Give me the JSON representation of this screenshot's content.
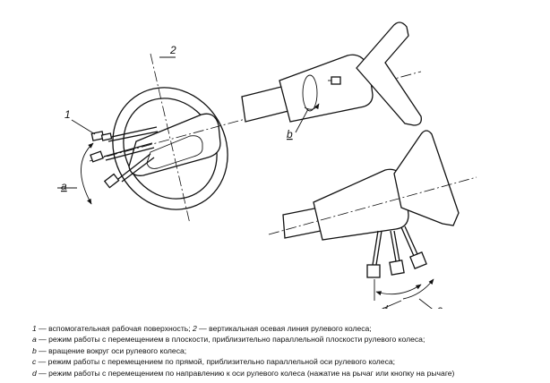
{
  "figure": {
    "labels": {
      "one": "1",
      "two": "2",
      "a": "a",
      "b": "b",
      "c": "c",
      "d": "d"
    }
  },
  "caption": [
    {
      "key": "1",
      "text": " — вспомогательная рабочая поверхность; ",
      "key2": "2",
      "text2": " — вертикальная осевая линия рулевого колеса;"
    },
    {
      "key": "a",
      "text": " — режим работы с перемещением в плоскости, приблизительно параллельной плоскости рулевого колеса;"
    },
    {
      "key": "b",
      "text": " — вращение вокруг оси рулевого колеса;"
    },
    {
      "key": "c",
      "text": " — режим работы с перемещением по прямой, приблизительно параллельной оси рулевого колеса;"
    },
    {
      "key": "d",
      "text": " — режим работы с перемещением по направлению к оси рулевого колеса (нажатие на рычаг или кнопку на рычаге)"
    }
  ]
}
